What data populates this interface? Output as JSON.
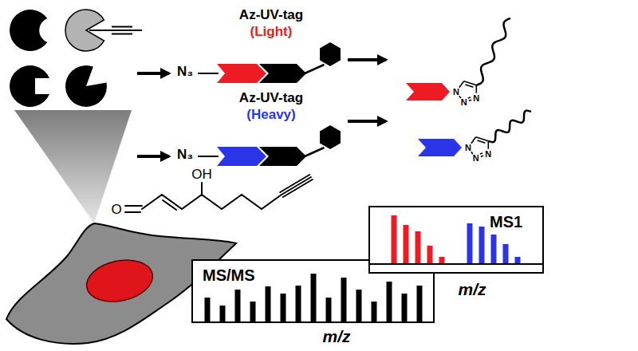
{
  "diagram": {
    "nodes": [
      {
        "text": [
          "Az-UV-tag",
          "(Light)",
          "N₃"
        ]
      },
      {
        "text": [
          "Az-UV-tag",
          "(Heavy)",
          "N₃"
        ]
      },
      {
        "text": [
          "N",
          "N",
          "N"
        ]
      },
      {
        "text": [
          "N",
          "N",
          "N"
        ]
      },
      {
        "text": [
          "MS/MS",
          "m/z"
        ]
      },
      {
        "text": [
          "MS1",
          "m/z"
        ]
      }
    ],
    "edges": [
      {
        "from": 0,
        "to": 2,
        "arrow": "to"
      },
      {
        "from": 1,
        "to": 3,
        "arrow": "to"
      }
    ],
    "labels": [
      "O",
      "OH"
    ]
  }
}
